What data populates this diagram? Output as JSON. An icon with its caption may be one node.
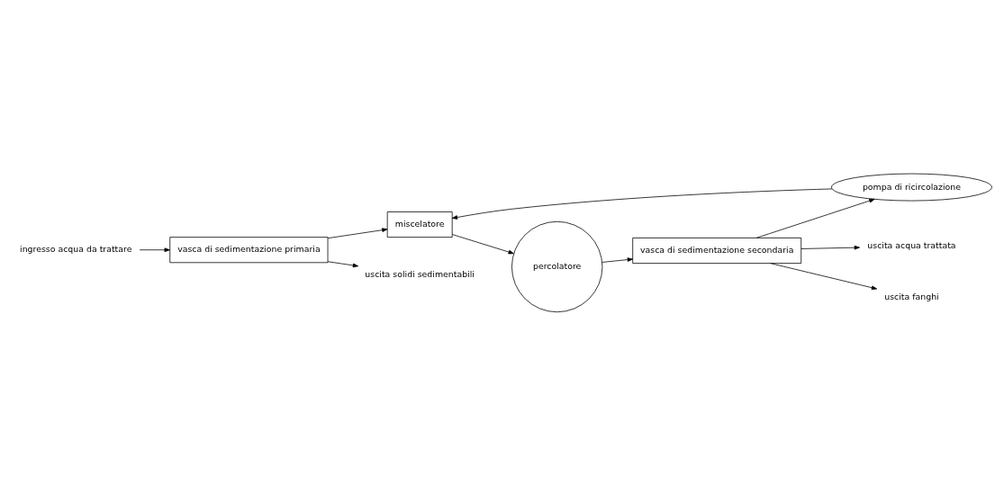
{
  "diagram": {
    "nodes": [
      {
        "text": [
          "ingresso acqua da trattare"
        ]
      },
      {
        "text": [
          "vasca di sedimentazione primaria"
        ]
      },
      {
        "text": [
          "miscelatore"
        ]
      },
      {
        "text": [
          "percolatore"
        ]
      },
      {
        "text": [
          "vasca di sedimentazione secondaria"
        ]
      },
      {
        "text": [
          "uscita solidi sedimentabili"
        ]
      },
      {
        "text": [
          "pompa di ricircolazione"
        ]
      },
      {
        "text": [
          "uscita acqua trattata"
        ]
      },
      {
        "text": [
          "uscita fanghi"
        ]
      }
    ],
    "edges": [
      {
        "from": 0,
        "to": 1,
        "arrow": "to"
      },
      {
        "from": 1,
        "to": 2,
        "arrow": "to"
      },
      {
        "from": 2,
        "to": 3,
        "arrow": "to"
      },
      {
        "from": 3,
        "to": 4,
        "arrow": "to"
      },
      {
        "from": 1,
        "to": 5,
        "arrow": "to"
      },
      {
        "from": 4,
        "to": 7,
        "arrow": "to"
      },
      {
        "from": 4,
        "to": 6,
        "arrow": "to"
      },
      {
        "from": 6,
        "to": 2,
        "arrow": "to"
      },
      {
        "from": 4,
        "to": 8,
        "arrow": "to"
      }
    ]
  }
}
